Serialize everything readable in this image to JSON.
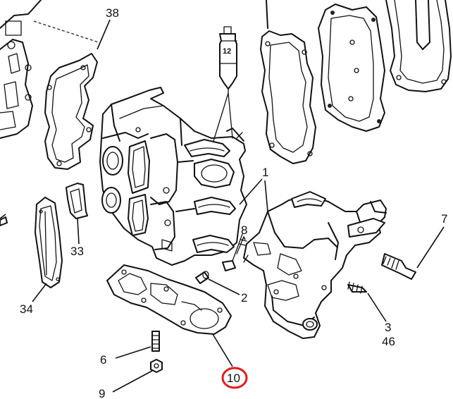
{
  "diagram": {
    "callouts": [
      {
        "id": "38",
        "text": "38"
      },
      {
        "id": "12",
        "text": "12"
      },
      {
        "id": "1",
        "text": "1"
      },
      {
        "id": "33",
        "text": "33"
      },
      {
        "id": "8",
        "text": "8"
      },
      {
        "id": "7",
        "text": "7"
      },
      {
        "id": "34",
        "text": "34"
      },
      {
        "id": "2",
        "text": "2"
      },
      {
        "id": "3",
        "text": "3"
      },
      {
        "id": "46",
        "text": "46"
      },
      {
        "id": "6",
        "text": "6"
      },
      {
        "id": "10",
        "text": "10"
      },
      {
        "id": "9",
        "text": "9"
      }
    ],
    "highlight_color": "#e21b1b"
  }
}
